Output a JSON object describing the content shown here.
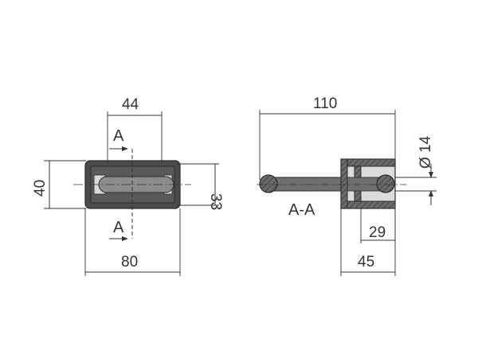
{
  "front_view": {
    "dim_width_top": "44",
    "dim_height_left": "40",
    "dim_height_right": "33",
    "dim_width_bottom": "80",
    "section_mark_top": "A",
    "section_mark_bottom": "A"
  },
  "section_view": {
    "dim_length": "110",
    "dim_diameter": "Ø 14",
    "dim_inner": "29",
    "dim_outer": "45",
    "section_label": "A-A"
  },
  "colors": {
    "line": "#333333",
    "part_dark": "#4b4b4b",
    "part_mid": "#8a8a8a",
    "part_light": "#e6e6e6"
  }
}
